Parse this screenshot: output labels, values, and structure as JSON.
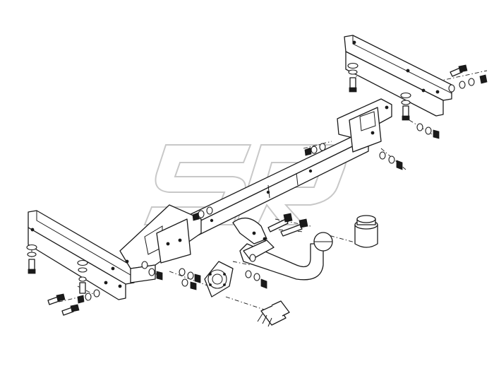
{
  "diagram": {
    "watermark": {
      "text": "SR"
    },
    "parts": [
      "left-mounting-bracket",
      "right-mounting-bracket",
      "crossbar",
      "tow-ball-neck",
      "socket-plate",
      "electrical-connector",
      "ball-cover-cap",
      "bolt-washer-nut-sets"
    ],
    "colors": {
      "line": "#1a1a1a",
      "background": "#ffffff",
      "watermark": "#c8c8c8"
    }
  }
}
